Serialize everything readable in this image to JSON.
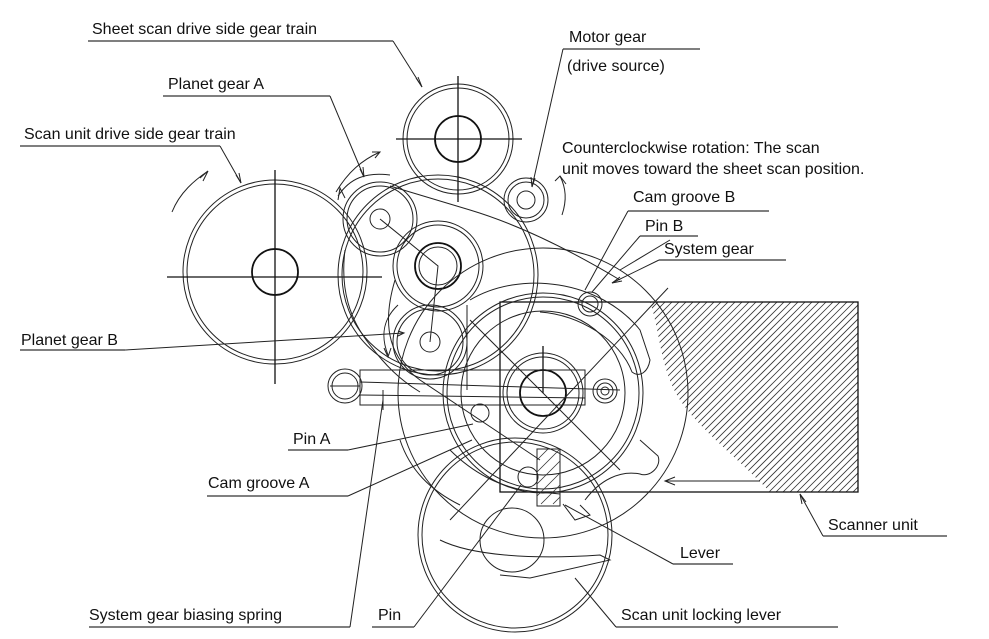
{
  "title": "Scanner unit drive mechanism gear train diagram",
  "labels": {
    "sheet_scan_train": "Sheet scan drive side gear train",
    "planet_gear_a": "Planet gear A",
    "scan_unit_train": "Scan unit drive side gear train",
    "motor_gear": "Motor gear",
    "motor_gear_sub": "(drive source)",
    "rotation_note_1": "Counterclockwise rotation: The scan",
    "rotation_note_2": "unit moves toward the sheet scan position.",
    "cam_groove_b": "Cam groove B",
    "pin_b": "Pin B",
    "system_gear": "System gear",
    "planet_gear_b": "Planet gear B",
    "pin_a": "Pin A",
    "cam_groove_a": "Cam groove A",
    "scanner_unit": "Scanner unit",
    "lever": "Lever",
    "biasing_spring": "System gear biasing spring",
    "pin": "Pin",
    "locking_lever": "Scan unit locking lever"
  },
  "colors": {
    "line": "#222222",
    "background": "#ffffff"
  }
}
